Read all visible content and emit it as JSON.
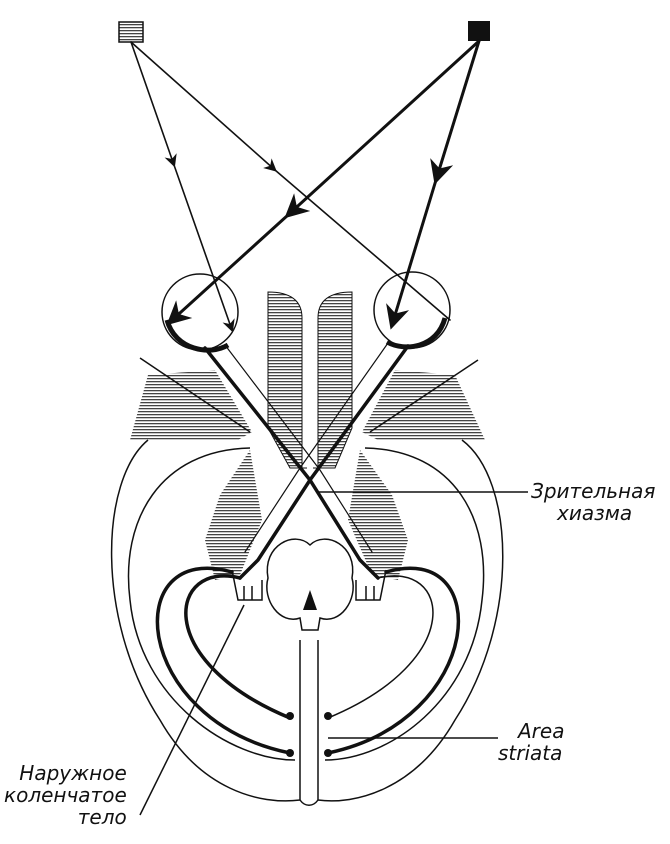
{
  "labels": {
    "chiasm": [
      "Зрительная",
      "хиазма"
    ],
    "area_striata": [
      "Area",
      "striata"
    ],
    "lgn": [
      "Наружное",
      "коленчатое",
      "тело"
    ]
  },
  "colors": {
    "ink": "#111111",
    "hatch": "#222222",
    "paper": "#ffffff"
  }
}
